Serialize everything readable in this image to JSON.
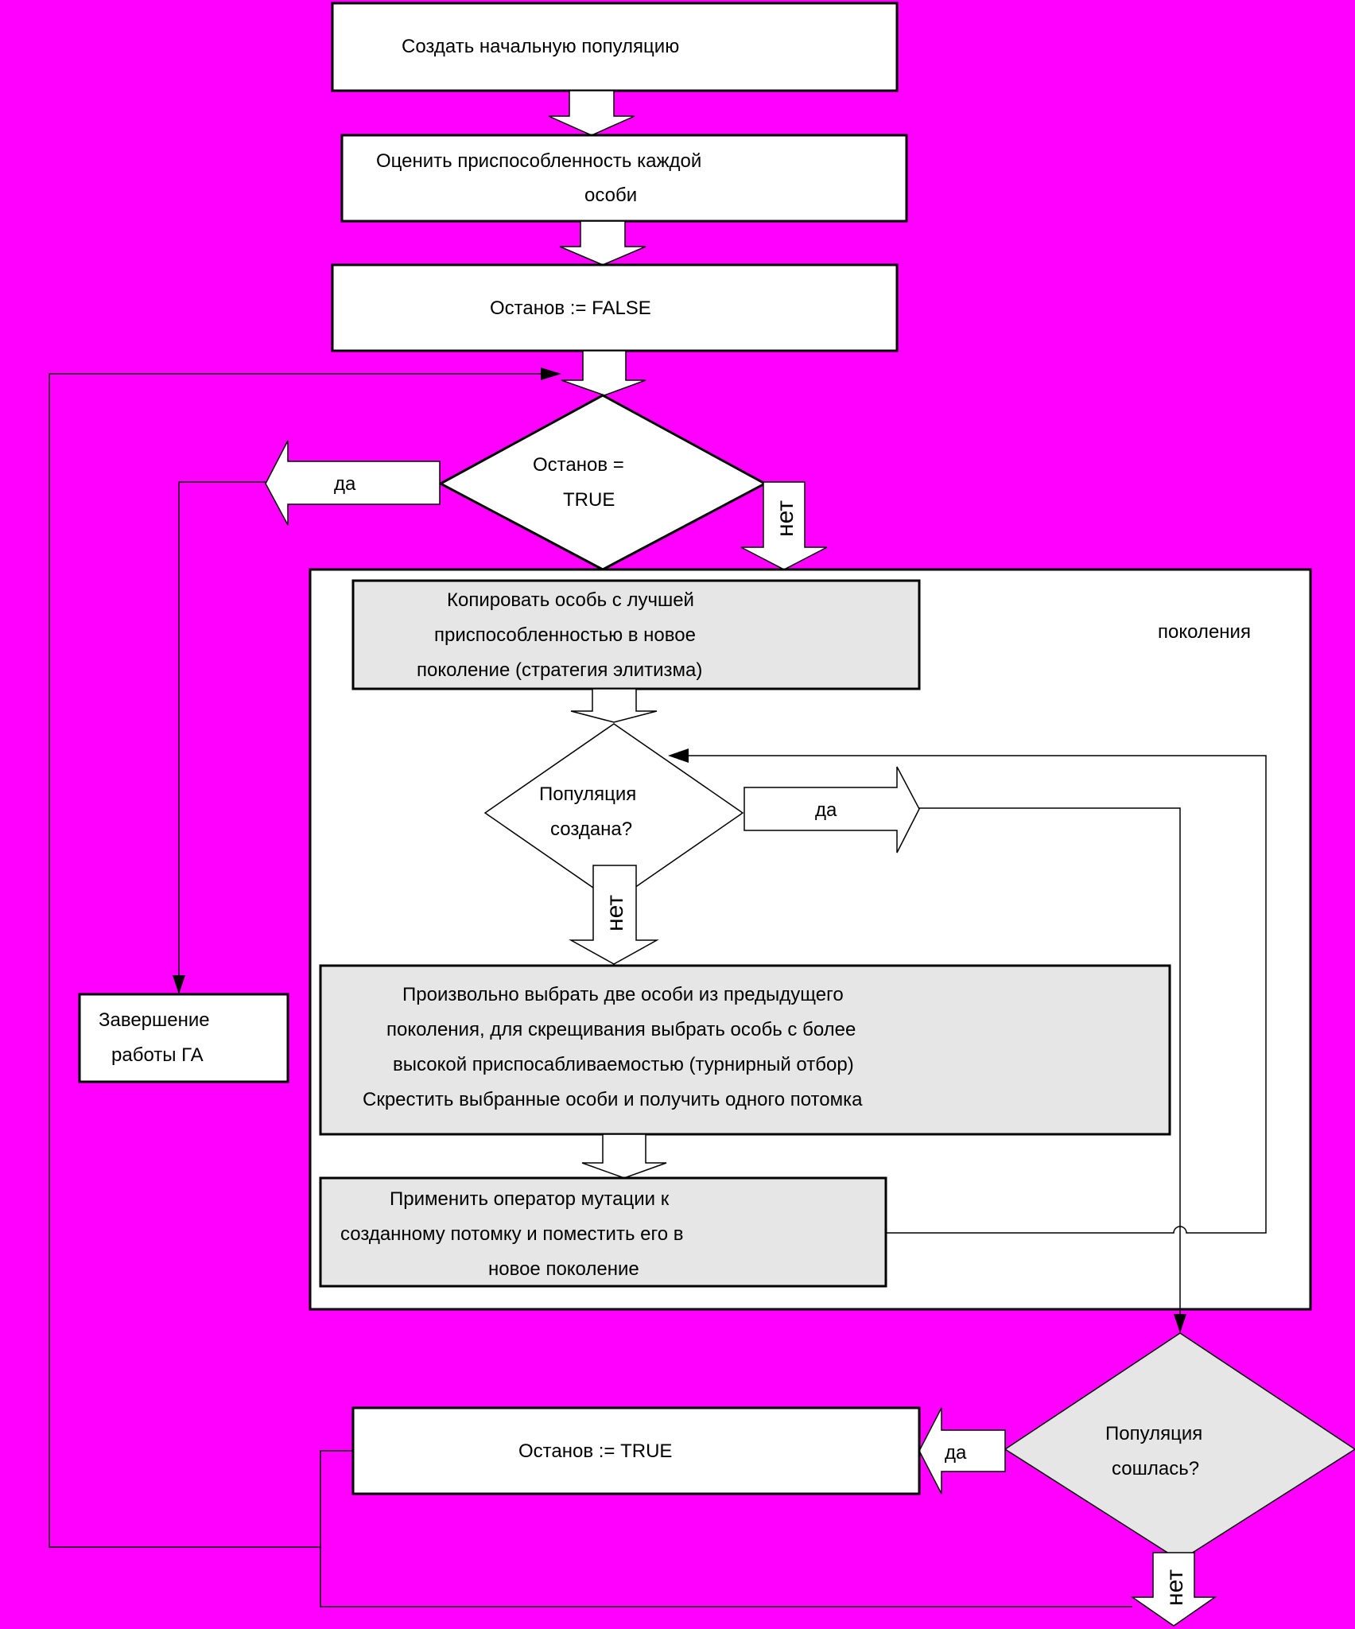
{
  "colors": {
    "background": "#FF00FF",
    "box_fill": "#FFFFFF",
    "shaded_fill": "#E6E6E6",
    "stroke": "#000000"
  },
  "nodes": {
    "create_population": "Создать начальную популяцию",
    "evaluate_fitness": [
      "Оценить приспособленность каждой",
      "особи"
    ],
    "stop_false": "Останов := FALSE",
    "stop_check": [
      "Останов =",
      "TRUE"
    ],
    "generation_label": "поколения",
    "copy_best": [
      "Копировать особь с лучшей",
      "приспособленностью в новое",
      "поколение (стратегия элитизма)"
    ],
    "population_created": [
      "Популяция",
      "создана?"
    ],
    "select_crossover": [
      "Произвольно выбрать две особи  из предыдущего",
      "поколения, для скрещивания выбрать особь с более",
      "высокой приспосабливаемостью (турнирный отбор)",
      "Скрестить выбранные особи и получить одного потомка"
    ],
    "mutation": [
      "Применить оператор мутации к",
      "созданному потомку и поместить его в",
      "новое поколение"
    ],
    "finish": [
      "Завершение",
      "работы ГА"
    ],
    "stop_true": "Останов := TRUE",
    "converged": [
      "Популяция",
      "сошлась?"
    ]
  },
  "arrow_labels": {
    "yes_stop": "да",
    "no_stop": "нет",
    "yes_created": "да",
    "no_created": "нет",
    "yes_converged": "да",
    "no_converged": "нет"
  }
}
